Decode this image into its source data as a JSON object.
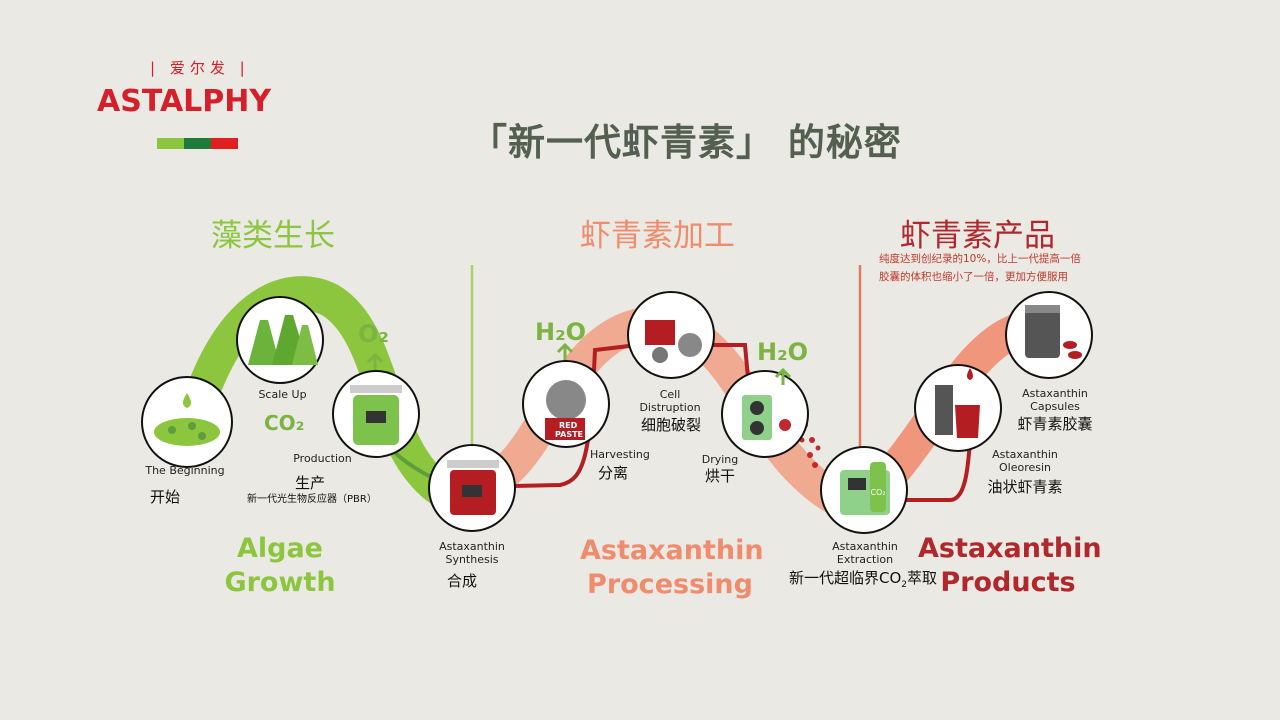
{
  "logo": {
    "chinese": "| 爱尔发 |",
    "english": "ASTALPHY",
    "bar_colors": [
      "#8cc63f",
      "#1e7b3a",
      "#e02020"
    ]
  },
  "title": "「新一代虾青素」 的秘密",
  "sections": [
    {
      "cn": "藻类生长",
      "en_line1": "Algae",
      "en_line2": "Growth",
      "color": "#8cc63f"
    },
    {
      "cn": "虾青素加工",
      "en_line1": "Astaxanthin",
      "en_line2": "Processing",
      "color": "#f08c6e"
    },
    {
      "cn": "虾青素产品",
      "en_line1": "Astaxanthin",
      "en_line2": "Products",
      "color": "#b0272c"
    }
  ],
  "product_note": [
    "纯度达到创纪录的10%，比上一代提高一倍",
    "胶囊的体积也缩小了一倍，更加方便服用"
  ],
  "steps": {
    "beginning": {
      "en": "The Beginning",
      "cn": "开始"
    },
    "scale_up": {
      "en": "Scale Up"
    },
    "production": {
      "en": "Production",
      "cn": "生产",
      "cn2": "新一代光生物反应器（PBR）"
    },
    "synthesis": {
      "en1": "Astaxanthin",
      "en2": "Synthesis",
      "cn": "合成"
    },
    "harvesting": {
      "en": "Harvesting",
      "cn": "分离"
    },
    "disruption": {
      "en1": "Cell",
      "en2": "Distruption",
      "cn": "细胞破裂"
    },
    "drying": {
      "en": "Drying",
      "cn": "烘干"
    },
    "extraction": {
      "en1": "Astaxanthin",
      "en2": "Extraction",
      "cn_a": "新一代超临界CO",
      "cn_sub": "2",
      "cn_b": "萃取"
    },
    "oleoresin": {
      "en1": "Astaxanthin",
      "en2": "Oleoresin",
      "cn": "油状虾青素"
    },
    "capsules": {
      "en1": "Astaxanthin",
      "en2": "Capsules",
      "cn": "虾青素胶囊"
    }
  },
  "chem": {
    "o2": "O₂",
    "co2": "CO₂",
    "h2o_1": "H₂O",
    "h2o_2": "H₂O",
    "red_paste": "RED",
    "paste": "PASTE",
    "co2_tank": "CO₂"
  }
}
